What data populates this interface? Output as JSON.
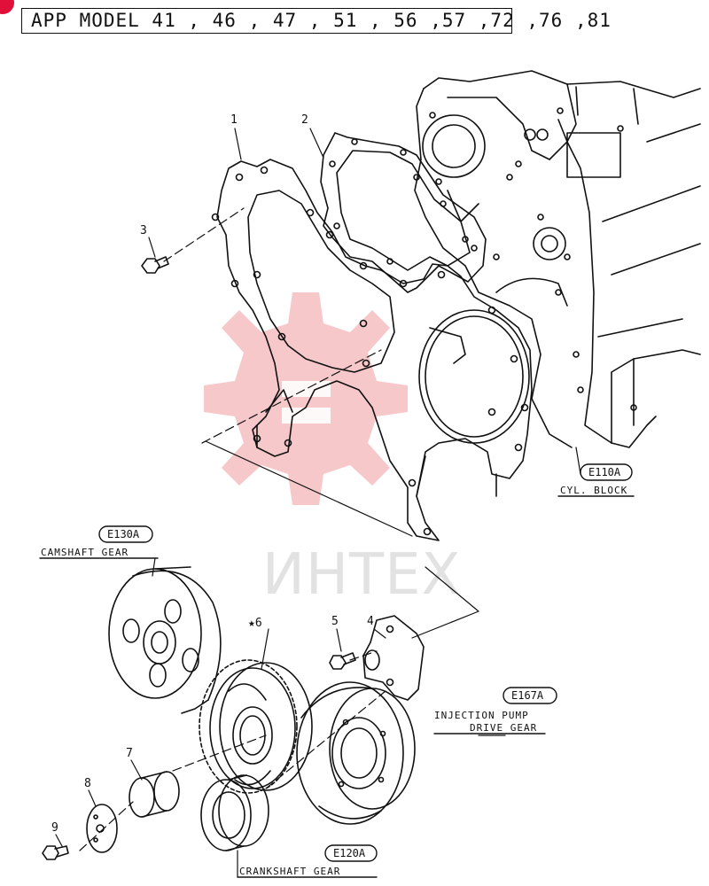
{
  "header": {
    "app_model": "APP MODEL  41 , 46 , 47 , 51 , 56 ,57 ,72 ,76 ,81"
  },
  "watermark": {
    "text": "ИНТЕХ",
    "color": "#e8868a"
  },
  "callouts": {
    "cyl_block": {
      "code": "E110A",
      "label": "CYL. BLOCK"
    },
    "camshaft_gear": {
      "code": "E130A",
      "label": "CAMSHAFT GEAR"
    },
    "injection_pump": {
      "code": "E167A",
      "label_line1": "INJECTION PUMP",
      "label_line2": "DRIVE GEAR"
    },
    "crankshaft_gear": {
      "code": "E120A",
      "label": "CRANKSHAFT GEAR"
    }
  },
  "part_numbers": {
    "p1": "1",
    "p2": "2",
    "p3": "3",
    "p4": "4",
    "p5": "5",
    "p6": "★6",
    "p7": "7",
    "p8": "8",
    "p9": "9"
  },
  "colors": {
    "line": "#111111",
    "accent": "#e0103a"
  }
}
